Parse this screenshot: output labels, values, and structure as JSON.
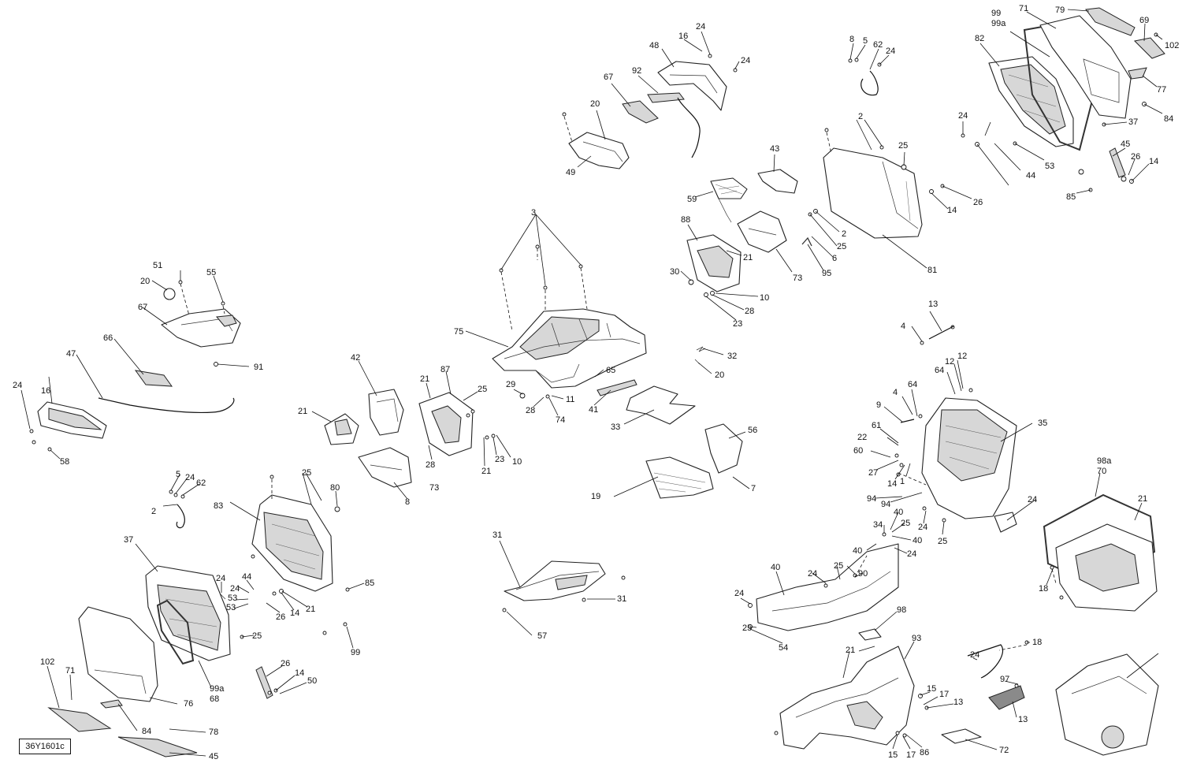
{
  "reference_code": "36Y1601c",
  "callouts": [
    "99",
    "99a",
    "71",
    "79",
    "69",
    "102",
    "82",
    "77",
    "84",
    "37",
    "24",
    "53",
    "44",
    "45",
    "26",
    "14",
    "85",
    "8",
    "5",
    "62",
    "24",
    "16",
    "24",
    "48",
    "24",
    "92",
    "67",
    "20",
    "49",
    "2",
    "25",
    "43",
    "59",
    "88",
    "21",
    "30",
    "73",
    "10",
    "28",
    "23",
    "26",
    "14",
    "2",
    "25",
    "6",
    "95",
    "81",
    "3",
    "75",
    "87",
    "21",
    "25",
    "29",
    "28",
    "11",
    "74",
    "65",
    "41",
    "33",
    "32",
    "20",
    "51",
    "20",
    "55",
    "67",
    "66",
    "91",
    "47",
    "16",
    "24",
    "58",
    "42",
    "21",
    "28",
    "23",
    "10",
    "21",
    "73",
    "8",
    "5",
    "24",
    "62",
    "2",
    "25",
    "80",
    "83",
    "37",
    "24",
    "44",
    "24",
    "53",
    "53",
    "26",
    "14",
    "21",
    "25",
    "85",
    "99",
    "99a",
    "68",
    "102",
    "71",
    "76",
    "84",
    "78",
    "45",
    "26",
    "14",
    "50",
    "31",
    "31",
    "57",
    "56",
    "19",
    "7",
    "13",
    "4",
    "12",
    "64",
    "12",
    "64",
    "4",
    "9",
    "61",
    "22",
    "60",
    "27",
    "14",
    "1",
    "94",
    "94",
    "35",
    "24",
    "40",
    "25",
    "24",
    "34",
    "25",
    "40",
    "24",
    "40",
    "90",
    "40",
    "24",
    "25",
    "24",
    "25",
    "54",
    "98",
    "98a",
    "70",
    "21",
    "18",
    "21",
    "93",
    "24",
    "18",
    "97",
    "13",
    "15",
    "17",
    "13",
    "15",
    "17",
    "86",
    "72"
  ]
}
